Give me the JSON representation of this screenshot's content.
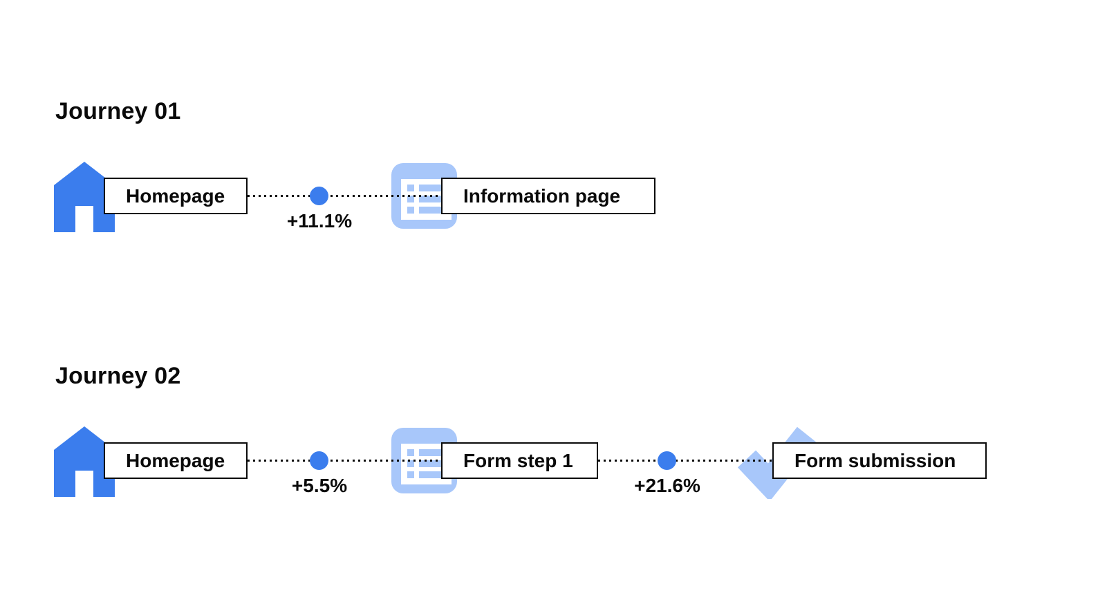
{
  "colors": {
    "page_bg": "#ffffff",
    "primary_blue": "#3b7ded",
    "light_blue": "#a8c7fa",
    "text": "#0a0a0a",
    "connector": "#0a0a0a"
  },
  "journeys": [
    {
      "title": "Journey 01",
      "steps": [
        {
          "label": "Homepage",
          "icon": "home-icon"
        },
        {
          "label": "Information page",
          "icon": "list-page-icon"
        }
      ],
      "transitions": [
        {
          "value": "+11.1%"
        }
      ]
    },
    {
      "title": "Journey 02",
      "steps": [
        {
          "label": "Homepage",
          "icon": "home-icon"
        },
        {
          "label": "Form step 1",
          "icon": "list-page-icon"
        },
        {
          "label": "Form submission",
          "icon": "checkmark-icon"
        }
      ],
      "transitions": [
        {
          "value": "+5.5%"
        },
        {
          "value": "+21.6%"
        }
      ]
    }
  ]
}
